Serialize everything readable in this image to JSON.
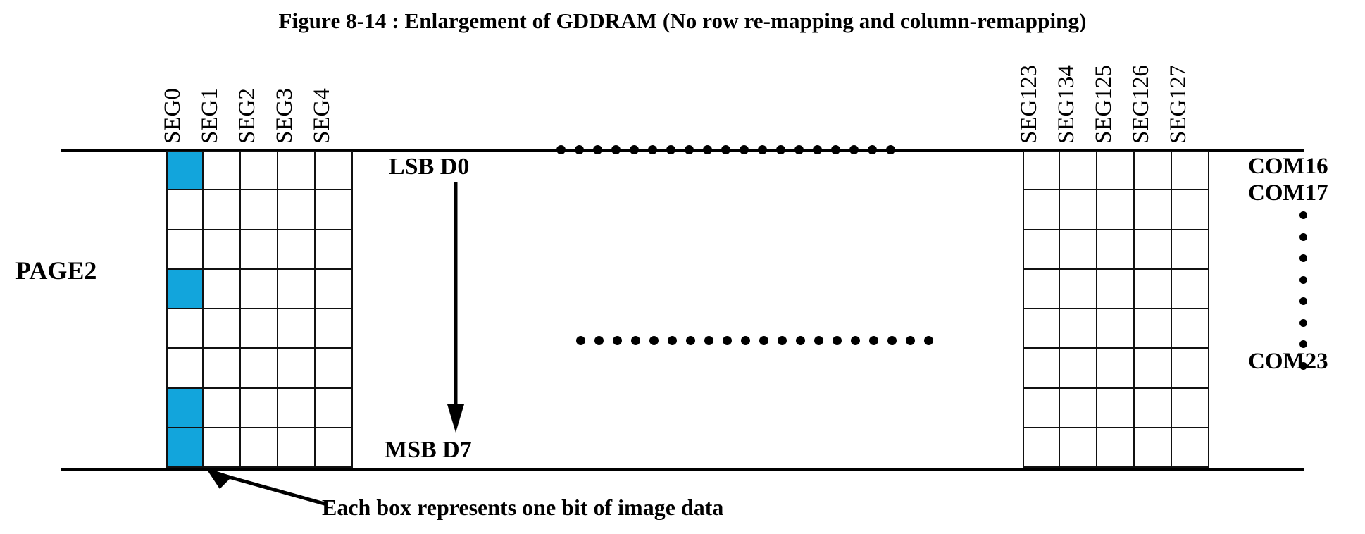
{
  "figure": {
    "title": "Figure 8-14 : Enlargement of GDDRAM (No row re-mapping and column-remapping)",
    "page_label": "PAGE2",
    "caption": "Each box represents one bit of image data",
    "accent_color": "#12a5dc",
    "line_color": "#111111"
  },
  "bit_order": {
    "lsb_label": "LSB D0",
    "msb_label": "MSB D7",
    "arrow": "down-arrow"
  },
  "segments": {
    "left": [
      "SEG0",
      "SEG1",
      "SEG2",
      "SEG3",
      "SEG4"
    ],
    "right": [
      "SEG123",
      "SEG134",
      "SEG125",
      "SEG126",
      "SEG127"
    ]
  },
  "commons": {
    "first": "COM16",
    "second": "COM17",
    "last": "COM23",
    "ellipsis_dots": 8
  },
  "ellipsis": {
    "top_dots": 19,
    "middle_dots": 20
  },
  "grid_left": {
    "rows": 8,
    "cols": 5,
    "filled_cells": [
      [
        0,
        0
      ],
      [
        3,
        0
      ],
      [
        6,
        0
      ],
      [
        7,
        0
      ]
    ]
  },
  "grid_right": {
    "rows": 8,
    "cols": 5,
    "filled_cells": []
  },
  "chart_data": {
    "type": "heatmap",
    "title": "Figure 8-14 : Enlargement of GDDRAM (No row re-mapping and column-remapping)",
    "xlabel": "SEG",
    "ylabel": "COM",
    "x_tick_labels_left": [
      "SEG0",
      "SEG1",
      "SEG2",
      "SEG3",
      "SEG4"
    ],
    "x_tick_labels_right": [
      "SEG123",
      "SEG134",
      "SEG125",
      "SEG126",
      "SEG127"
    ],
    "y_tick_labels": [
      "COM16",
      "COM17",
      "COM23"
    ],
    "rows": 8,
    "cols": 5,
    "values_left": [
      [
        1,
        0,
        0,
        0,
        0
      ],
      [
        0,
        0,
        0,
        0,
        0
      ],
      [
        0,
        0,
        0,
        0,
        0
      ],
      [
        1,
        0,
        0,
        0,
        0
      ],
      [
        0,
        0,
        0,
        0,
        0
      ],
      [
        0,
        0,
        0,
        0,
        0
      ],
      [
        1,
        0,
        0,
        0,
        0
      ],
      [
        1,
        0,
        0,
        0,
        0
      ]
    ],
    "values_right": [
      [
        0,
        0,
        0,
        0,
        0
      ],
      [
        0,
        0,
        0,
        0,
        0
      ],
      [
        0,
        0,
        0,
        0,
        0
      ],
      [
        0,
        0,
        0,
        0,
        0
      ],
      [
        0,
        0,
        0,
        0,
        0
      ],
      [
        0,
        0,
        0,
        0,
        0
      ],
      [
        0,
        0,
        0,
        0,
        0
      ],
      [
        0,
        0,
        0,
        0,
        0
      ]
    ],
    "on_color": "#12a5dc",
    "off_color": "#ffffff",
    "grid": true,
    "legend": "Each box represents one bit of image data",
    "annotations": [
      "PAGE2",
      "LSB D0",
      "MSB D7"
    ]
  }
}
